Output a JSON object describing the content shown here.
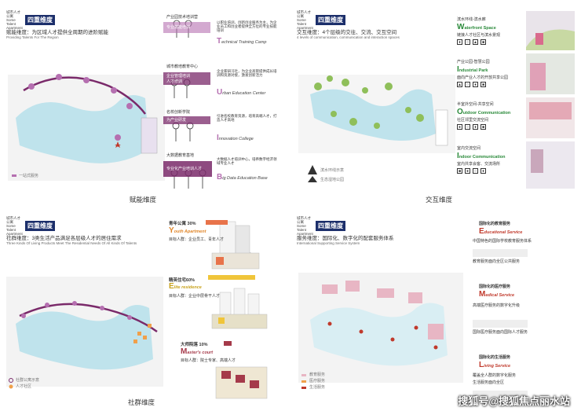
{
  "brand": "城市人才公寓 Some Talent Apartment",
  "panel1": {
    "tag": "四重维度",
    "subtitle": "赋能维度：为区域人才提供全周期的进阶赋能",
    "subtitle_en": "Providing Talents For The Region",
    "title": "赋能维度",
    "items": [
      {
        "cn": "产业园技术培训营",
        "en_initial": "T",
        "en": "echnical Training Camp",
        "desc": "以职业培训、创新创业服务为主，为企业员工和创业者提供全方位的专业技能培训"
      },
      {
        "cn": "城市教培教育中心",
        "en_initial": "U",
        "en": "rban Education Center",
        "desc": "企业家研习社，为企业高管提供成长培训和资源对接，激发创新活力"
      },
      {
        "cn": "名校创新学院",
        "en_initial": "I",
        "en": "nnovation College",
        "desc": "引进名校教育资源，培育高端人才，打造人才高地"
      },
      {
        "cn": "大数据教育基地",
        "en_initial": "B",
        "en": "ig Data Education Base",
        "desc": "大数据人才培训中心，培养数字经济领域专业人才"
      }
    ],
    "purple_tags": [
      "专业技能培训",
      "企业管理培训",
      "人才培训",
      "为产业研发",
      "专业化产业培训人才"
    ],
    "legend": "一站式服务"
  },
  "panel2": {
    "tag": "四重维度",
    "subtitle": "交互维度：4个层级的交往、交流、交互空间",
    "subtitle_en": "4 levels of communication, communication and interaction spaces",
    "title": "交互维度",
    "items": [
      {
        "cn": "滨水环线-滨水廊",
        "en_initial": "W",
        "en": "aterfront Space",
        "desc": "链接人才社区与滨水景观"
      },
      {
        "cn": "产业公园-智慧公园",
        "en_initial": "I",
        "en": "ndustrial Park",
        "desc": "面向产业人才的开放共享公园"
      },
      {
        "cn": "半室外空间-共享空间",
        "en_initial": "O",
        "en": "utdoor Communication",
        "desc": "社区邻里交流空间"
      },
      {
        "cn": "室内交流空间",
        "en_initial": "I",
        "en": "ndoor Communication",
        "desc": "室内共享会客、交流场所"
      }
    ],
    "legend": [
      "滨水环线示意",
      "生态湿地公园"
    ]
  },
  "panel3": {
    "tag": "四重维度",
    "subtitle": "社群维度：3类生活产品满足各层级人才的居住需求",
    "subtitle_en": "Three Kinds Of Living Products Meet The Residential Needs Of All Kinds Of Talents",
    "title": "社群维度",
    "products": [
      {
        "cn": "青年公寓",
        "pct": "30%",
        "en_initial": "Y",
        "en": "outh Apartment",
        "desc": "目标人群：企业员工、青年人才",
        "color": "#e8734a"
      },
      {
        "cn": "精英住宅",
        "pct": "60%",
        "en_initial": "E",
        "en": "lite residence",
        "desc": "目标人群：企业中层骨干人才",
        "color": "#f0c53a"
      },
      {
        "cn": "大师院落",
        "pct": "10%",
        "en_initial": "M",
        "en": "aster's court",
        "desc": "目标人群：院士专家、高端人才",
        "color": "#a53a4a"
      }
    ],
    "legend": [
      "社群公寓示意",
      "人才社区"
    ]
  },
  "panel4": {
    "tag": "四重维度",
    "subtitle": "服务维度：国际化、数字化的配套服务体系",
    "subtitle_en": "International Supporting Service System",
    "items": [
      {
        "cn": "国际化的教育服务",
        "en_initial": "E",
        "en": "ducational Service",
        "desc1": "中国特色的国际学校教育服务体系",
        "desc2": "教育服务面向全区公共服务"
      },
      {
        "cn": "国际化的医疗服务",
        "en_initial": "M",
        "en": "edical Service",
        "desc1": "高端医疗服务的数字化升级",
        "desc2": "国际医疗服务面向国际人才服务"
      },
      {
        "cn": "国际化的生活服务",
        "en_initial": "L",
        "en": "iving Service",
        "desc1": "覆盖全人群的数字化服务",
        "desc2": "生活服务面向全区"
      }
    ],
    "legend": [
      "教育服务",
      "医疗服务",
      "生活服务"
    ]
  },
  "watermark": "搜狐号@搜狐焦点丽水站"
}
